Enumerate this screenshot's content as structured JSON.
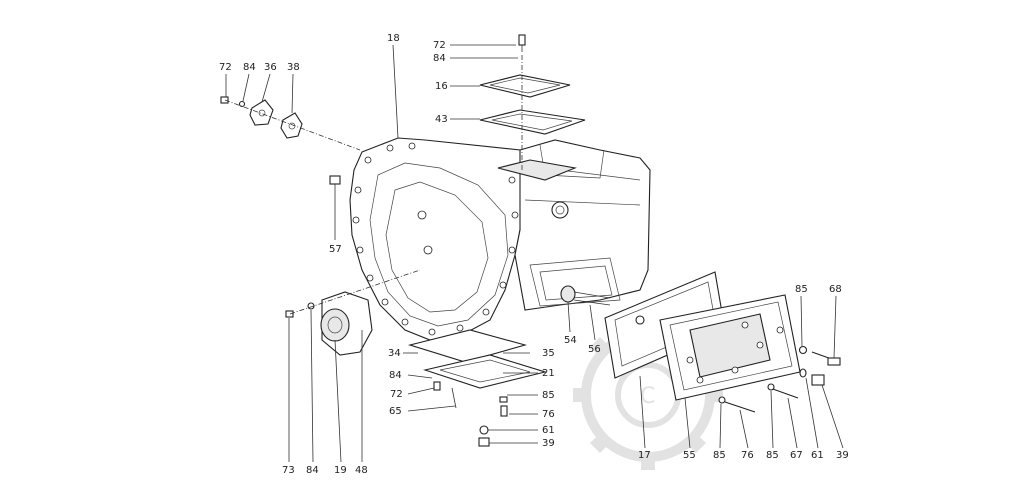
{
  "labels": {
    "l72_top": "72",
    "l84_top": "84",
    "l16": "16",
    "l43": "43",
    "l18": "18",
    "l72_left": "72",
    "l84_left": "84",
    "l36": "36",
    "l38": "38",
    "l57": "57",
    "l54": "54",
    "l56": "56",
    "l34": "34",
    "l35": "35",
    "l84_mid": "84",
    "l21": "21",
    "l72_mid": "72",
    "l85_mid": "85",
    "l65": "65",
    "l76_mid": "76",
    "l61_mid": "61",
    "l39_mid": "39",
    "l73": "73",
    "l84_bot": "84",
    "l19": "19",
    "l48": "48",
    "l17": "17",
    "l55": "55",
    "l85_bot": "85",
    "l76_bot": "76",
    "l85_bot2": "85",
    "l67": "67",
    "l61_bot": "61",
    "l39_bot": "39",
    "l85_right": "85",
    "l68": "68"
  },
  "colors": {
    "line": "#333333",
    "background": "#ffffff",
    "watermark": "#c9c9c9"
  }
}
